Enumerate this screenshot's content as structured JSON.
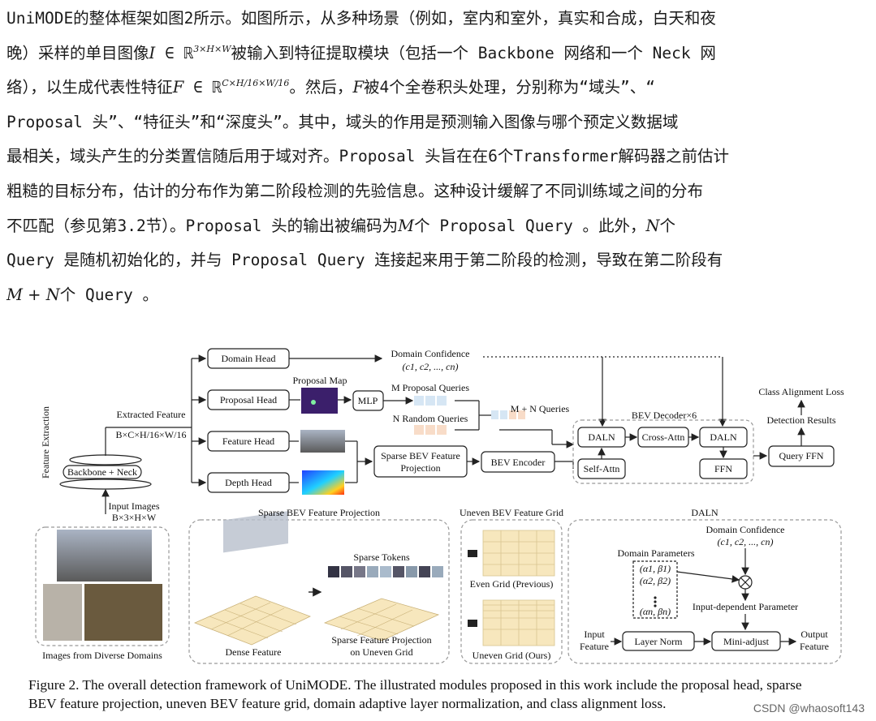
{
  "paragraph": {
    "line1": "UniMODE的整体框架如图2所示。如图所示，从多种场景（例如，室内和室外，真实和合成，白天和夜",
    "line2": "晚）采样的单目图像I ∈ ℝ^{3×H×W}被输入到特征提取模块（包括一个 Backbone 网络和一个 Neck 网",
    "line3": "络），以生成代表性特征F ∈ ℝ^{C×H/16×W/16}。然后，F被4个全卷积头处理，分别称为“域头”、“",
    "line4": "Proposal 头”、“特征头”和“深度头”。其中，域头的作用是预测输入图像与哪个预定义数据域",
    "line5": "最相关，域头产生的分类置信随后用于域对齐。Proposal 头旨在在6个Transformer解码器之前估计",
    "line6": "粗糙的目标分布，估计的分布作为第二阶段检测的先验信息。这种设计缓解了不同训练域之间的分布",
    "line7": "不匹配（参见第3.2节）。Proposal 头的输出被编码为M个 Proposal  Query 。此外，N个",
    "line8": "Query 是随机初始化的，并与 Proposal  Query 连接起来用于第二阶段的检测，导致在第二阶段有",
    "line9": "M + N个 Query 。",
    "l2_a": "晚）采样的单目图像",
    "l2_b": "I",
    "l2_c": " ∈ ℝ",
    "l2_sup": "3×H×W",
    "l2_d": "被输入到特征提取模块（包括一个 Backbone 网络和一个 Neck 网",
    "l3_a": "络），以生成代表性特征",
    "l3_b": "F",
    "l3_c": " ∈ ℝ",
    "l3_sup": "C×H/16×W/16",
    "l3_d": "。然后，",
    "l3_e": "F",
    "l3_f": "被4个全卷积头处理，分别称为“域头”、“",
    "l7_a": "不匹配（参见第3.2节）。Proposal 头的输出被编码为",
    "l7_b": "M",
    "l7_c": "个 Proposal  Query 。此外，",
    "l7_d": "N",
    "l7_e": "个",
    "l9_a": "M + N",
    "l9_b": "个 Query 。"
  },
  "figure": {
    "vertical_label": "Feature Extraction",
    "backbone": "Backbone + Neck",
    "input_images": "Input Images",
    "input_dims": "B×3×H×W",
    "extracted_feature": "Extracted Feature",
    "extracted_dims": "B×C×H/16×W/16",
    "domain_head": "Domain Head",
    "proposal_head": "Proposal Head",
    "feature_head": "Feature Head",
    "depth_head": "Depth Head",
    "proposal_map": "Proposal Map",
    "mlp": "MLP",
    "m_queries": "M Proposal Queries",
    "n_queries": "N Random Queries",
    "mn_queries": "M + N Queries",
    "domain_conf": "Domain Confidence",
    "domain_conf_vars": "(c1, c2, ..., cn)",
    "sparse_proj": "Sparse BEV Feature",
    "sparse_proj2": "Projection",
    "bev_encoder": "BEV Encoder",
    "bev_decoder": "BEV Decoder×6",
    "daln": "DALN",
    "cross_attn": "Cross-Attn",
    "self_attn": "Self-Attn",
    "ffn": "FFN",
    "query_ffn": "Query FFN",
    "class_loss": "Class Alignment Loss",
    "detection_results": "Detection Results",
    "images_domains": "Images from Diverse Domains",
    "sbfp_title": "Sparse BEV Feature Projection",
    "sparse_tokens": "Sparse Tokens",
    "dense_feature": "Dense Feature",
    "sparse_feat_proj": "Sparse Feature Projection",
    "on_uneven": "on Uneven Grid",
    "uneven_title": "Uneven BEV Feature Grid",
    "even_grid": "Even Grid (Previous)",
    "uneven_grid": "Uneven Grid (Ours)",
    "daln_title": "DALN",
    "domain_params": "Domain Parameters",
    "p1": "(α1, β1)",
    "p2": "(α2, β2)",
    "pn": "(αn, βn)",
    "input_dep": "Input-dependent Parameter",
    "input_feature1": "Input",
    "input_feature2": "Feature",
    "layer_norm": "Layer Norm",
    "mini_adjust": "Mini-adjust",
    "output_feature1": "Output",
    "output_feature2": "Feature"
  },
  "caption": {
    "line1": "Figure 2. The overall detection framework of UniMODE. The illustrated modules proposed in this work include the proposal head, sparse",
    "line2": "BEV feature projection, uneven BEV feature grid, domain adaptive layer normalization, and class alignment loss."
  },
  "watermark": "CSDN @whaosoft143",
  "colors": {
    "box_stroke": "#222222",
    "grid_fill": "#f7e7bd",
    "dashed": "#999999"
  }
}
